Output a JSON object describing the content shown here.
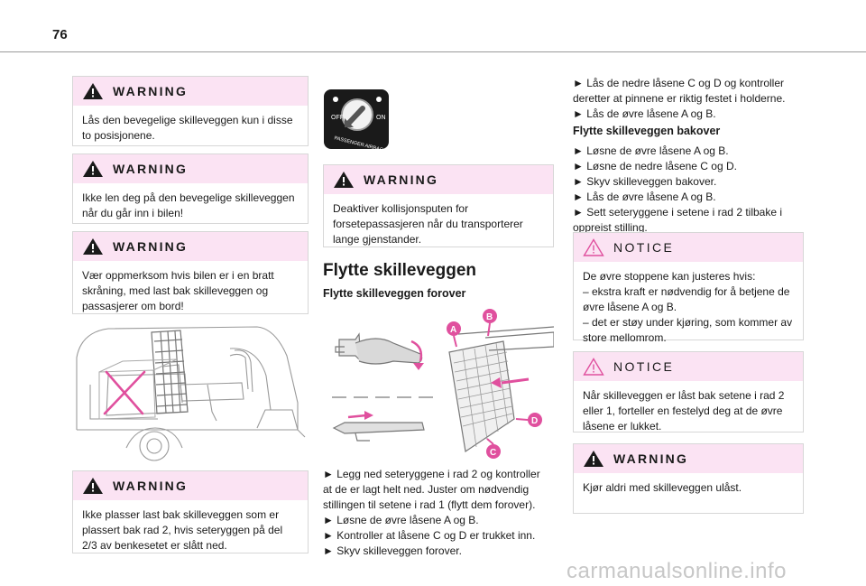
{
  "page_number": "76",
  "warning_label": "WARNING",
  "notice_label": "NOTICE",
  "col1": {
    "w1": "Lås den bevegelige skilleveggen kun i disse to posisjonene.",
    "w2": "Ikke len deg på den bevegelige skilleveggen når du går inn i bilen!",
    "w3": "Vær oppmerksom hvis bilen er i en bratt skråning, med last bak skilleveggen og passasjerer om bord!",
    "w4": "Ikke plasser last bak skilleveggen som er plassert bak rad 2, hvis seteryggen på del 2/3 av benkesetet er slått ned."
  },
  "col2": {
    "airbag_off": "OFF",
    "airbag_on": "ON",
    "airbag_text": "PASSENGER AIRBAG",
    "warning": "Deaktiver kollisjonsputen for forsetepassasjeren når du transporterer lange gjenstander.",
    "heading": "Flytte skilleveggen",
    "subheading": "Flytte skilleveggen forover",
    "label_a": "A",
    "label_b": "B",
    "label_c": "C",
    "label_d": "D",
    "steps": [
      "► Legg ned seteryggene i rad 2 og kontroller at de er lagt helt ned. Juster om nødvendig stillingen til setene i rad 1 (flytt dem forover).",
      "► Løsne de øvre låsene A og B.",
      "► Kontroller at låsene C og D er trukket inn.",
      "► Skyv skilleveggen forover."
    ]
  },
  "col3": {
    "intro": [
      "► Lås de nedre låsene C og D og kontroller deretter at pinnene er riktig festet i holderne.",
      "► Lås de øvre låsene A og B."
    ],
    "subheading": "Flytte skilleveggen bakover",
    "steps": [
      "► Løsne de øvre låsene A og B.",
      "► Løsne de nedre låsene C og D.",
      "► Skyv skilleveggen bakover.",
      "► Lås de øvre låsene A og B.",
      "► Sett seteryggene i setene i rad 2 tilbake i oppreist stilling."
    ],
    "notice1": [
      "De øvre stoppene kan justeres hvis:",
      "– ekstra kraft er nødvendig for å betjene de øvre låsene A og B.",
      "– det er støy under kjøring, som kommer av store mellomrom."
    ],
    "notice2": "Når skilleveggen er låst bak setene i rad 2 eller 1, forteller en festelyd deg at de øvre låsene er lukket.",
    "warning": "Kjør aldri med skilleveggen ulåst."
  },
  "watermark": "carmanualsonline.info"
}
